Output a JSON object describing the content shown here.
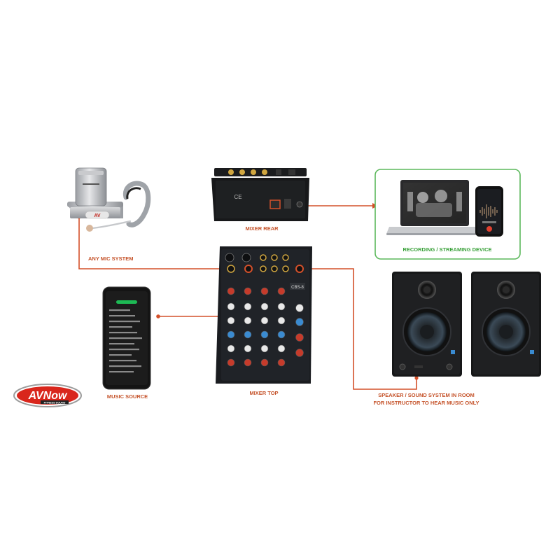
{
  "labels": {
    "mixer_rear": "MIXER REAR",
    "recording": "RECORDING / STREAMING DEVICE",
    "any_mic": "ANY MIC SYSTEM",
    "music_source": "MUSIC SOURCE",
    "mixer_top": "MIXER TOP",
    "speaker_line1": "SPEAKER / SOUND SYSTEM IN ROOM",
    "speaker_line2": "FOR INSTRUCTOR TO HEAR MUSIC ONLY"
  },
  "logo": {
    "text": "AVNow",
    "tagline": "FITNESS SOUND"
  },
  "mixer_model": "CBS-8",
  "colors": {
    "connector": "#d4502a",
    "recording_box": "#5cb85c",
    "label": "#c5532a",
    "label_green": "#3aa13a",
    "logo_red": "#d9261c"
  },
  "icons": [
    "wireless-mic-receiver",
    "headset-mic",
    "mixer-rear-panel",
    "laptop",
    "smartphone",
    "music-phone",
    "mixer-top-panel",
    "studio-monitor"
  ]
}
